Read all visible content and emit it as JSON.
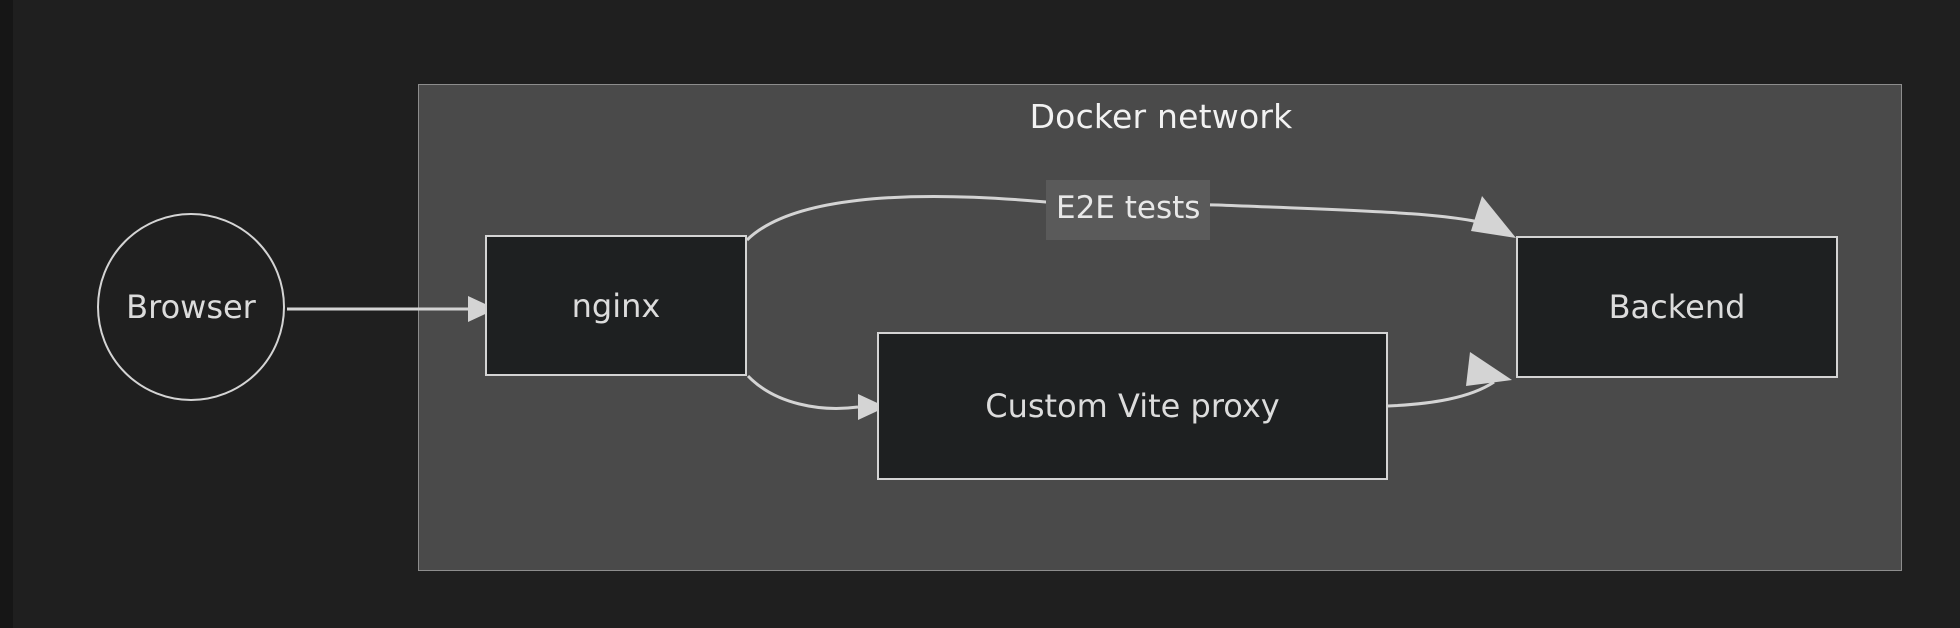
{
  "diagram": {
    "title": "Docker network",
    "background_color": "#1f1f1f",
    "container_fill": "#4a4a4a",
    "node_fill": "#1e2021",
    "stroke_color": "#d4d4d4",
    "text_color": "#dcdcdc",
    "label_chip_fill": "#5a5a5a"
  },
  "nodes": {
    "browser": {
      "label": "Browser",
      "shape": "circle"
    },
    "nginx": {
      "label": "nginx",
      "shape": "rect"
    },
    "vite_proxy": {
      "label": "Custom Vite proxy",
      "shape": "rect"
    },
    "backend": {
      "label": "Backend",
      "shape": "rect"
    }
  },
  "edges": [
    {
      "id": "browser-to-nginx",
      "from": "browser",
      "to": "nginx",
      "label": ""
    },
    {
      "id": "nginx-to-backend",
      "from": "nginx",
      "to": "backend",
      "label": "E2E tests"
    },
    {
      "id": "nginx-to-vite",
      "from": "nginx",
      "to": "vite_proxy",
      "label": ""
    },
    {
      "id": "vite-to-backend",
      "from": "vite_proxy",
      "to": "backend",
      "label": ""
    }
  ],
  "edge_labels": {
    "e2e_tests": "E2E tests"
  }
}
